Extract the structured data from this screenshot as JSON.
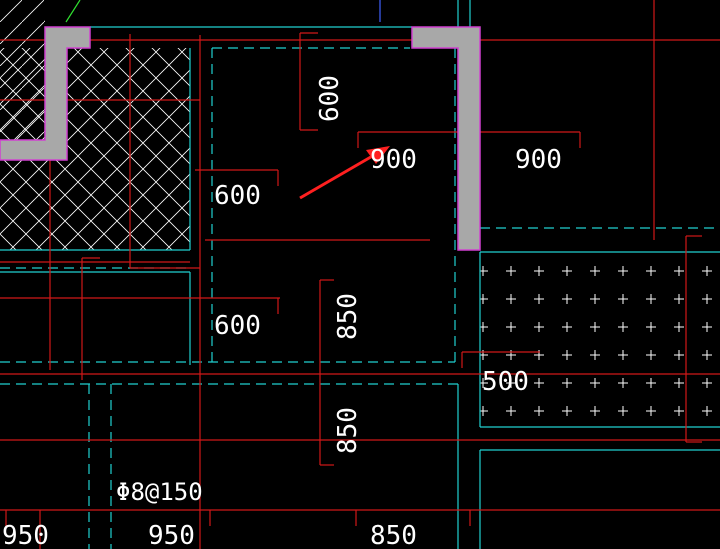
{
  "colors": {
    "background": "#000000",
    "rebar_line": "#d01818",
    "wall_outline": "#20d0d0",
    "dimension_text": "#ffffff",
    "column_fill": "#a8a8a8",
    "column_edge": "#d040d0",
    "arrow": "#ff2020",
    "hatch": "#ffffff",
    "marker_green": "#30e030",
    "marker_blue": "#4060ff"
  },
  "dimensions": [
    {
      "id": "dim-600-top",
      "text": "600"
    },
    {
      "id": "dim-900-left",
      "text": "900"
    },
    {
      "id": "dim-900-right",
      "text": "900"
    },
    {
      "id": "dim-600-mid",
      "text": "600"
    },
    {
      "id": "dim-600-low",
      "text": "600"
    },
    {
      "id": "dim-850-vert-upper",
      "text": "850"
    },
    {
      "id": "dim-850-vert-lower",
      "text": "850"
    },
    {
      "id": "dim-500",
      "text": "500"
    },
    {
      "id": "rebar-spec",
      "text": "Φ8@150"
    },
    {
      "id": "dim-950-left",
      "text": "950"
    },
    {
      "id": "dim-950-mid",
      "text": "950"
    },
    {
      "id": "dim-850-bottom",
      "text": "850"
    }
  ]
}
